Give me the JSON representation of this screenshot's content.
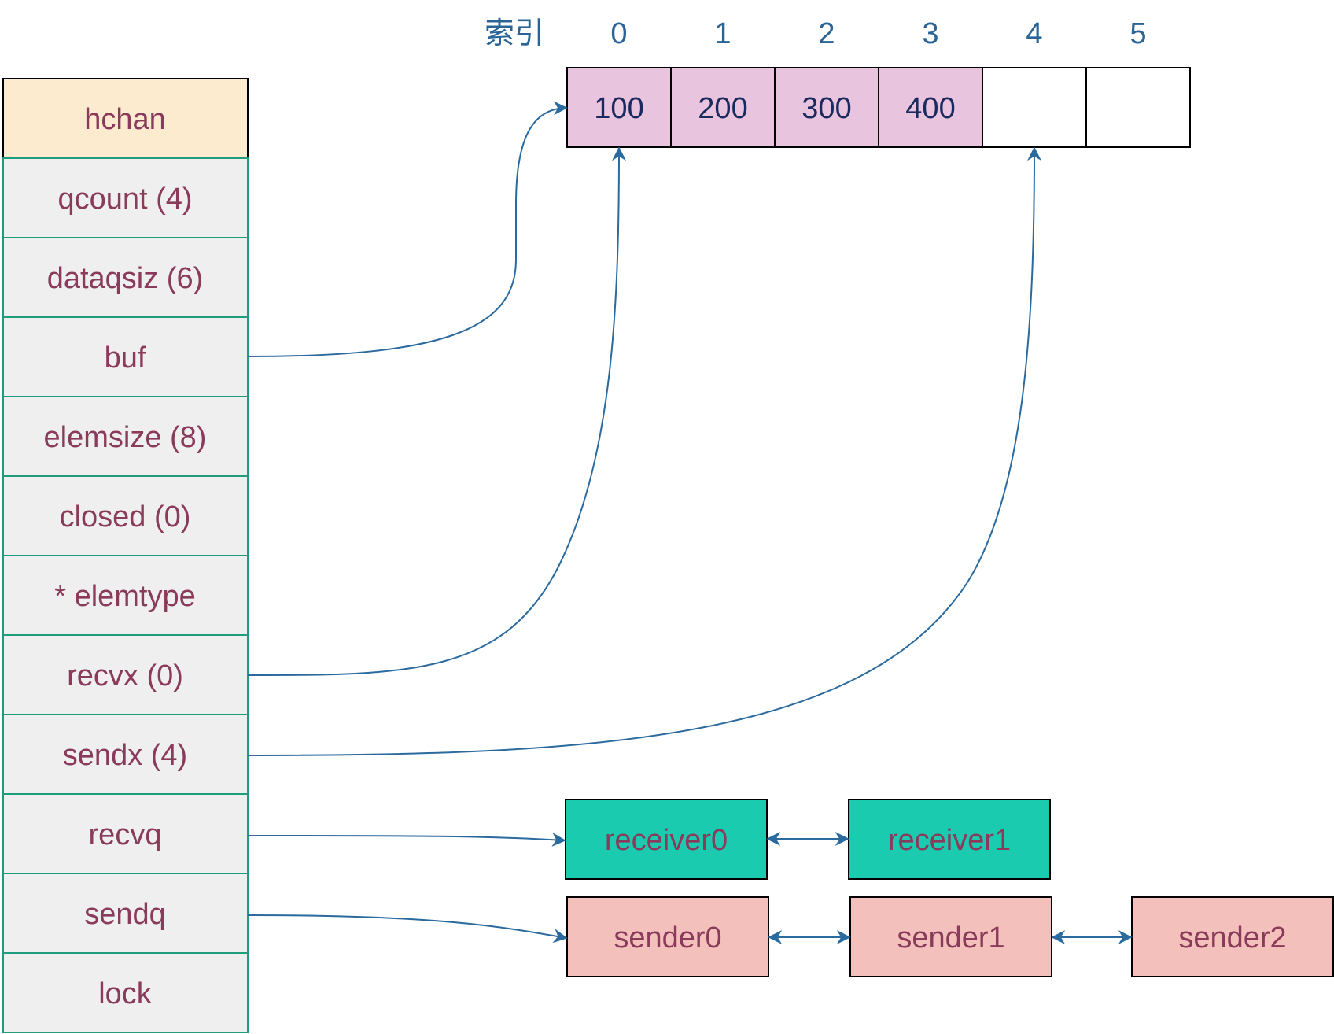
{
  "index_header": {
    "label": "索引",
    "indices": [
      "0",
      "1",
      "2",
      "3",
      "4",
      "5"
    ]
  },
  "hchan": {
    "title": "hchan",
    "fields": [
      "qcount (4)",
      "dataqsiz (6)",
      "buf",
      "elemsize (8)",
      "closed (0)",
      "* elemtype",
      "recvx (0)",
      "sendx (4)",
      "recvq",
      "sendq",
      "lock"
    ]
  },
  "buffer": {
    "values": [
      "100",
      "200",
      "300",
      "400",
      "",
      ""
    ],
    "filled_count": 4
  },
  "recvq": {
    "nodes": [
      "receiver0",
      "receiver1"
    ]
  },
  "sendq": {
    "nodes": [
      "sender0",
      "sender1",
      "sender2"
    ]
  },
  "colors": {
    "header_fill": "#FDEBD0",
    "field_fill": "#EFEFEF",
    "field_border": "#1E9C7C",
    "field_text": "#8A3A5A",
    "buffer_filled": "#E9C4DF",
    "buffer_text": "#1A2A5E",
    "index_text": "#2A6496",
    "receiver_fill": "#1ACBAF",
    "sender_fill": "#F4C0BC",
    "arrow": "#2B6A9E"
  }
}
